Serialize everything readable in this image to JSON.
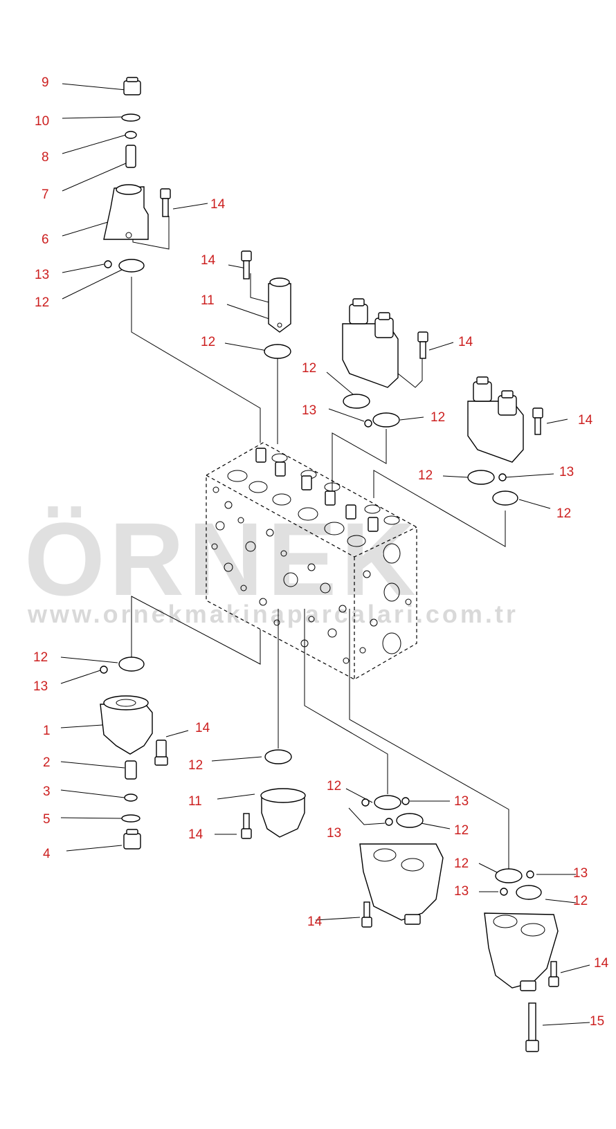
{
  "watermark": {
    "brand": "ÖRNEK",
    "url": "www.ornekmakinaparcalari.com.tr",
    "accent_color": "#f5c518"
  },
  "colors": {
    "label": "#cc1f1f",
    "line": "#000000"
  },
  "callouts": [
    {
      "id": "c9",
      "text": "9"
    },
    {
      "id": "c10",
      "text": "10"
    },
    {
      "id": "c8",
      "text": "8"
    },
    {
      "id": "c7",
      "text": "7"
    },
    {
      "id": "c6",
      "text": "6"
    },
    {
      "id": "c13a",
      "text": "13"
    },
    {
      "id": "c12a",
      "text": "12"
    },
    {
      "id": "c14a",
      "text": "14"
    },
    {
      "id": "c14b",
      "text": "14"
    },
    {
      "id": "c11a",
      "text": "11"
    },
    {
      "id": "c12b",
      "text": "12"
    },
    {
      "id": "c14c",
      "text": "14"
    },
    {
      "id": "c12c",
      "text": "12"
    },
    {
      "id": "c13b",
      "text": "13"
    },
    {
      "id": "c12d",
      "text": "12"
    },
    {
      "id": "c14d",
      "text": "14"
    },
    {
      "id": "c12e",
      "text": "12"
    },
    {
      "id": "c13c",
      "text": "13"
    },
    {
      "id": "c12f",
      "text": "12"
    },
    {
      "id": "c12g",
      "text": "12"
    },
    {
      "id": "c13d",
      "text": "13"
    },
    {
      "id": "c1",
      "text": "1"
    },
    {
      "id": "c14e",
      "text": "14"
    },
    {
      "id": "c2",
      "text": "2"
    },
    {
      "id": "c3",
      "text": "3"
    },
    {
      "id": "c5",
      "text": "5"
    },
    {
      "id": "c4",
      "text": "4"
    },
    {
      "id": "c12h",
      "text": "12"
    },
    {
      "id": "c11b",
      "text": "11"
    },
    {
      "id": "c14f",
      "text": "14"
    },
    {
      "id": "c12i",
      "text": "12"
    },
    {
      "id": "c13e",
      "text": "13"
    },
    {
      "id": "c13f",
      "text": "13"
    },
    {
      "id": "c12j",
      "text": "12"
    },
    {
      "id": "c12k",
      "text": "12"
    },
    {
      "id": "c13g",
      "text": "13"
    },
    {
      "id": "c13h",
      "text": "13"
    },
    {
      "id": "c12l",
      "text": "12"
    },
    {
      "id": "c14g",
      "text": "14"
    },
    {
      "id": "c14h",
      "text": "14"
    },
    {
      "id": "c15",
      "text": "15"
    }
  ]
}
